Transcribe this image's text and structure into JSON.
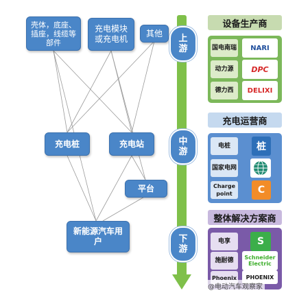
{
  "left_nodes": {
    "shell": "壳体，底座、插座，线缆等部件",
    "module": "充电模块或充电机",
    "other": "其他",
    "pile": "充电桩",
    "station": "充电站",
    "platform": "平台",
    "user": "新能源汽车用户"
  },
  "stages": {
    "upstream": [
      "上",
      "游"
    ],
    "midstream": [
      "中",
      "游"
    ],
    "downstream": [
      "下",
      "游"
    ]
  },
  "sections": {
    "upstream": {
      "title": "设备生产商",
      "rows": [
        {
          "name": "国电南瑞",
          "logo": "NARI"
        },
        {
          "name": "动力源",
          "logo": "DPC"
        },
        {
          "name": "德力西",
          "logo": "DELIXI"
        }
      ]
    },
    "midstream": {
      "title": "充电运营商",
      "rows": [
        {
          "name": "电桩",
          "logo": "桩"
        },
        {
          "name": "国家电网",
          "logo": "grid"
        },
        {
          "name": "Charge point",
          "logo": "C"
        }
      ]
    },
    "downstream": {
      "title": "整体解决方案商",
      "rows": [
        {
          "name": "电享",
          "logo": "S"
        },
        {
          "name": "施耐德",
          "logo": "Schneider Electric"
        },
        {
          "name": "Phoenix",
          "logo": "PHOENIX"
        }
      ]
    }
  },
  "watermark": "@电动汽车观察家",
  "colors": {
    "node_blue": "#4a86c8",
    "stage_green": "#7fc04a",
    "upstream_header": "#c7dbb0",
    "upstream_panel": "#7cb85a",
    "midstream_header": "#c5d9ef",
    "midstream_panel": "#5b8fd0",
    "downstream_header": "#c8b9de",
    "downstream_panel": "#7a5aa8"
  }
}
